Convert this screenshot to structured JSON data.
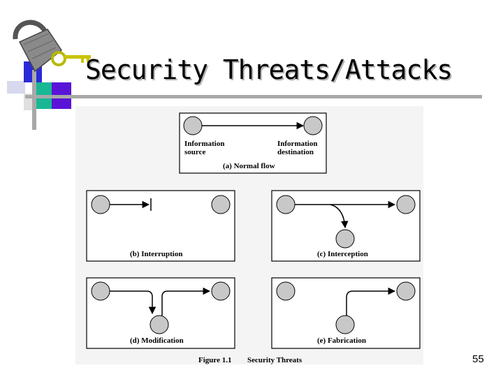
{
  "slide": {
    "title": "Security Threats/Attacks",
    "page_number": "55",
    "logo_icon": "padlock-with-key-icon"
  },
  "figure": {
    "caption_number": "Figure 1.1",
    "caption_title": "Security Threats",
    "panels": {
      "normal_flow": {
        "label": "(a) Normal flow",
        "source_line1": "Information",
        "source_line2": "source",
        "dest_line1": "Information",
        "dest_line2": "destination"
      },
      "interruption": {
        "label": "(b) Interruption"
      },
      "interception": {
        "label": "(c) Interception"
      },
      "modification": {
        "label": "(d) Modification"
      },
      "fabrication": {
        "label": "(e) Fabrication"
      }
    }
  },
  "colors": {
    "node_fill": "#c8c8c8",
    "panel_bg": "#ffffff",
    "figure_bg": "#f4f4f4"
  }
}
